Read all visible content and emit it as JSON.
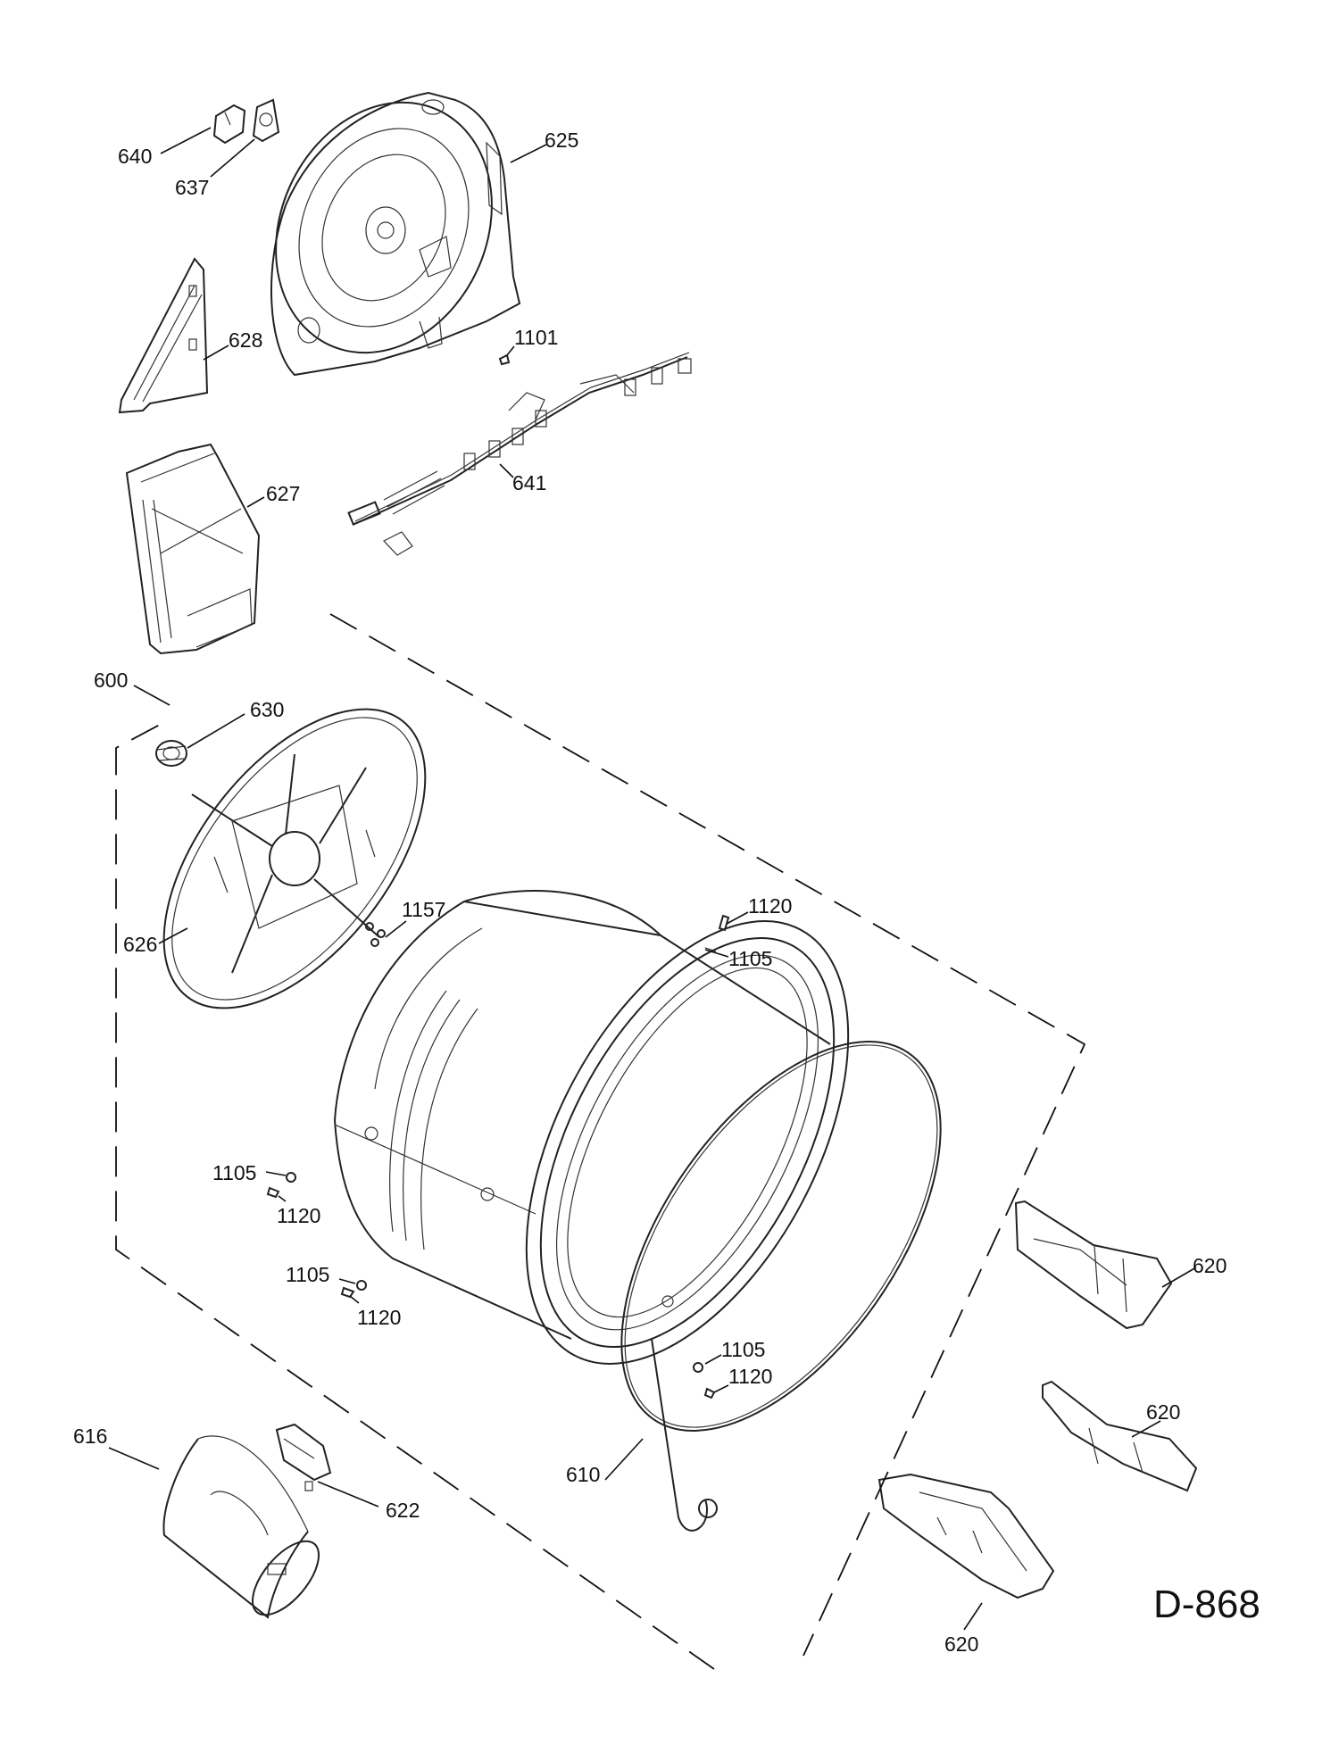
{
  "diagram_code": "D-868",
  "callouts": {
    "c640": "640",
    "c637": "637",
    "c625": "625",
    "c628": "628",
    "c1101": "1101",
    "c627": "627",
    "c641": "641",
    "c600": "600",
    "c630": "630",
    "c1157": "1157",
    "c626": "626",
    "c1120_top": "1120",
    "c1105_top": "1105",
    "c1105_left": "1105",
    "c1120_left": "1120",
    "c1105_mid": "1105",
    "c1120_mid": "1120",
    "c1105_right": "1105",
    "c1120_right": "1120",
    "c620_a": "620",
    "c620_b": "620",
    "c620_c": "620",
    "c616": "616",
    "c622": "622",
    "c610": "610"
  }
}
